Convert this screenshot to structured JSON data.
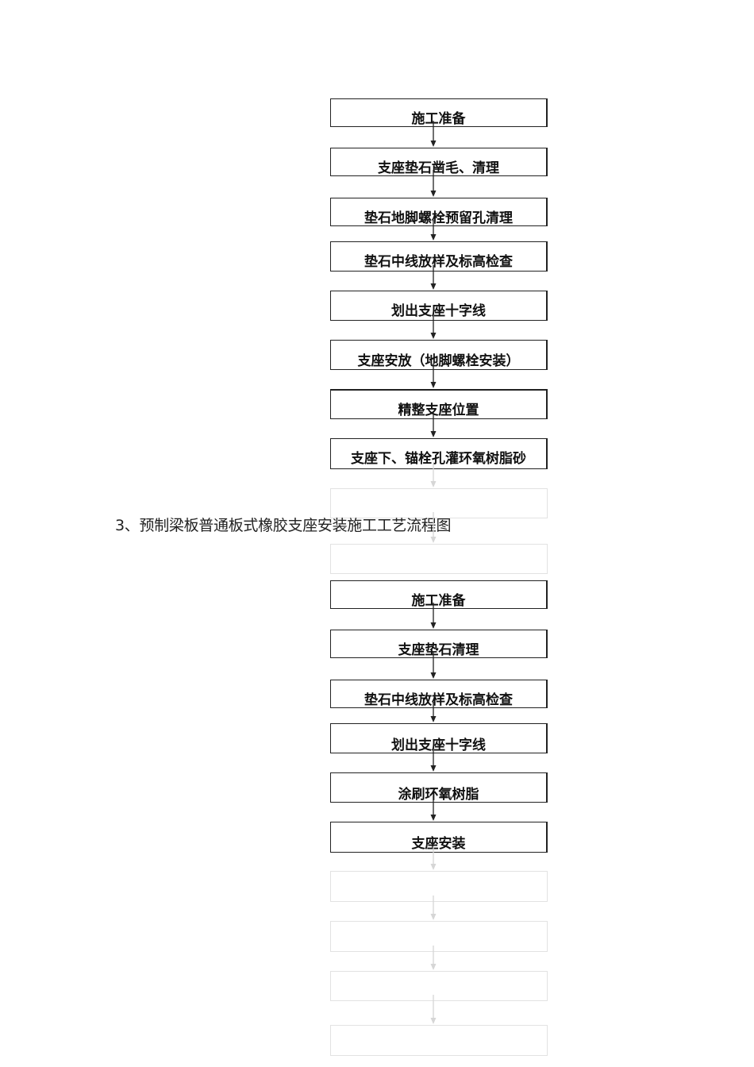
{
  "flowchart_top": {
    "steps": [
      "施工准备",
      "支座垫石凿毛、清理",
      "垫石地脚螺栓预留孔清理",
      "垫石中线放样及标高检查",
      "划出支座十字线",
      "支座安放（地脚螺栓安装）",
      "精整支座位置",
      "支座下、锚栓孔灌环氧树脂砂"
    ]
  },
  "section_title": "3、预制梁板普通板式橡胶支座安装施工工艺流程图",
  "flowchart_bottom": {
    "steps": [
      "施工准备",
      "支座垫石清理",
      "垫石中线放样及标高检查",
      "划出支座十字线",
      "涂刷环氧树脂",
      "支座安装"
    ]
  },
  "colors": {
    "box_border": "#222222",
    "faint_border": "#e2e2e2",
    "arrow": "#222222",
    "faint_arrow": "#d6d6d6"
  }
}
